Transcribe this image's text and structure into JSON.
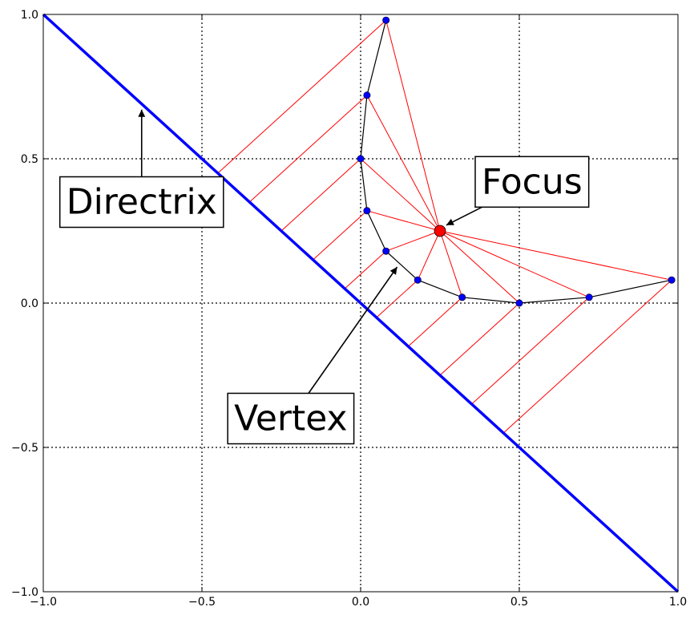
{
  "chart_data": {
    "type": "scatter",
    "title": "",
    "xlabel": "",
    "ylabel": "",
    "xlim": [
      -1.0,
      1.0
    ],
    "ylim": [
      -1.0,
      1.0
    ],
    "grid": true,
    "x_tick_labels": [
      "−1.0",
      "−0.5",
      "0.0",
      "0.5",
      "1.0"
    ],
    "y_tick_labels": [
      "−1.0",
      "−0.5",
      "0.0",
      "0.5",
      "1.0"
    ],
    "x_ticks": [
      -1.0,
      -0.5,
      0.0,
      0.5,
      1.0
    ],
    "y_ticks": [
      -1.0,
      -0.5,
      0.0,
      0.5,
      1.0
    ],
    "directrix": {
      "points": [
        [
          -1.0,
          1.0
        ],
        [
          1.0,
          -1.0
        ]
      ],
      "color": "#0000ff"
    },
    "focus": {
      "x": 0.25,
      "y": 0.25,
      "color": "#ff0000"
    },
    "parabola_points": [
      {
        "x": 0.08,
        "y": 0.98
      },
      {
        "x": 0.02,
        "y": 0.72
      },
      {
        "x": 0.0,
        "y": 0.5
      },
      {
        "x": 0.02,
        "y": 0.32
      },
      {
        "x": 0.08,
        "y": 0.18
      },
      {
        "x": 0.18,
        "y": 0.08
      },
      {
        "x": 0.32,
        "y": 0.02
      },
      {
        "x": 0.5,
        "y": 0.0
      },
      {
        "x": 0.72,
        "y": 0.02
      },
      {
        "x": 0.98,
        "y": 0.08
      }
    ],
    "point_color": "#0000ff",
    "curve_color": "#000000",
    "ray_color": "#ff0000",
    "annotations": [
      {
        "text": "Directrix",
        "x": -0.69,
        "y": 0.35,
        "arrow_to": [
          -0.69,
          0.67
        ]
      },
      {
        "text": "Focus",
        "x": 0.54,
        "y": 0.42,
        "arrow_to": [
          0.27,
          0.27
        ]
      },
      {
        "text": "Vertex",
        "x": -0.22,
        "y": -0.4,
        "arrow_to": [
          0.115,
          0.125
        ]
      }
    ]
  }
}
